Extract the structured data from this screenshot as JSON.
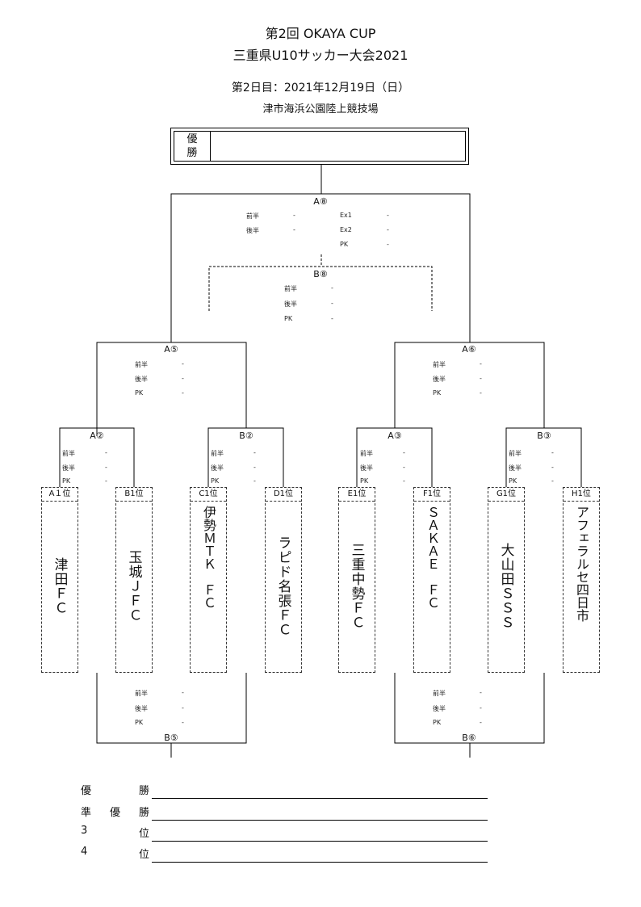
{
  "header": {
    "title_line1": "第2回 OKAYA CUP",
    "title_line2": "三重県U10サッカー大会2021",
    "day": "第2日目：2021年12月19日（日）",
    "venue": "津市海浜公園陸上競技場"
  },
  "champion_box": {
    "label": "優\n勝",
    "value": ""
  },
  "score_labels": {
    "first_half": "前半",
    "second_half": "後半",
    "ex1": "Ex1",
    "ex2": "Ex2",
    "pk": "PK",
    "dash": "-"
  },
  "matches": {
    "A8": "A⑧",
    "B8": "B⑧",
    "A5": "A⑤",
    "A6": "A⑥",
    "A2": "A②",
    "B2": "B②",
    "A3": "A③",
    "B3": "B③",
    "B5": "B⑤",
    "B6": "B⑥"
  },
  "teams": [
    {
      "seed": "A１位",
      "name": "津田ＦＣ"
    },
    {
      "seed": "B1位",
      "name": "玉城ＪＦＣ"
    },
    {
      "seed": "C1位",
      "name": "伊勢ＭＴＫ　ＦＣ"
    },
    {
      "seed": "D1位",
      "name": "ラピド名張ＦＣ"
    },
    {
      "seed": "E1位",
      "name": "三重中勢ＦＣ"
    },
    {
      "seed": "F1位",
      "name": "ＳＡＫＡＥ　ＦＣ"
    },
    {
      "seed": "G1位",
      "name": "大山田ＳＳＳ"
    },
    {
      "seed": "H1位",
      "name": "アフェラルセ四日市"
    }
  ],
  "results": {
    "champion": [
      "優",
      "勝"
    ],
    "runner_up": [
      "準",
      "優",
      "勝"
    ],
    "third": [
      "3",
      "位"
    ],
    "fourth": [
      "4",
      "位"
    ]
  }
}
